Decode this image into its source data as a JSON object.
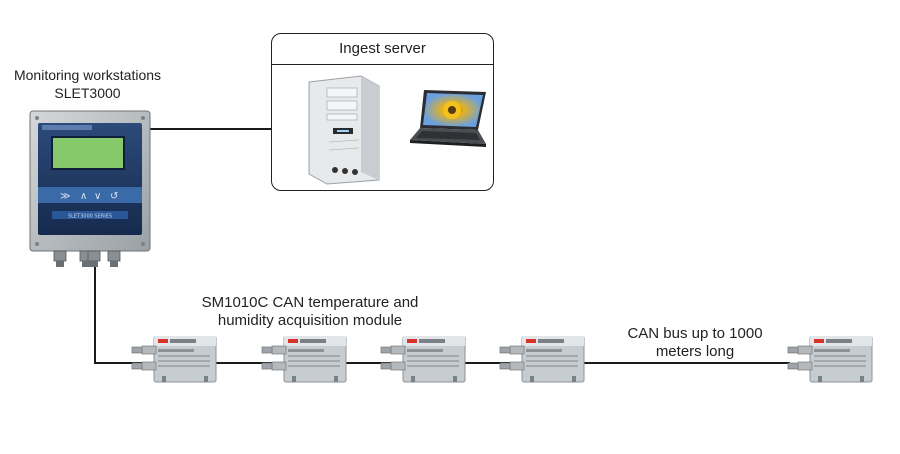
{
  "workstation": {
    "line1": "Monitoring workstations",
    "line2": "SLET3000",
    "brand_text": "SLET3000 SERIES"
  },
  "server": {
    "title": "Ingest server"
  },
  "module_label": {
    "line1": "SM1010C CAN temperature and",
    "line2": "humidity acquisition module"
  },
  "bus_label": {
    "line1": "CAN bus up to 1000",
    "line2": "meters long"
  },
  "icons": [
    "monitor-panel-icon",
    "desktop-tower-icon",
    "laptop-icon",
    "acquisition-module-icon"
  ],
  "colors": {
    "line": "#1a1a1a",
    "panel_blue": "#1f3a66",
    "lcd_green": "#86c96a",
    "module_silver": "#c7ccd1",
    "module_red": "#d9322b"
  }
}
